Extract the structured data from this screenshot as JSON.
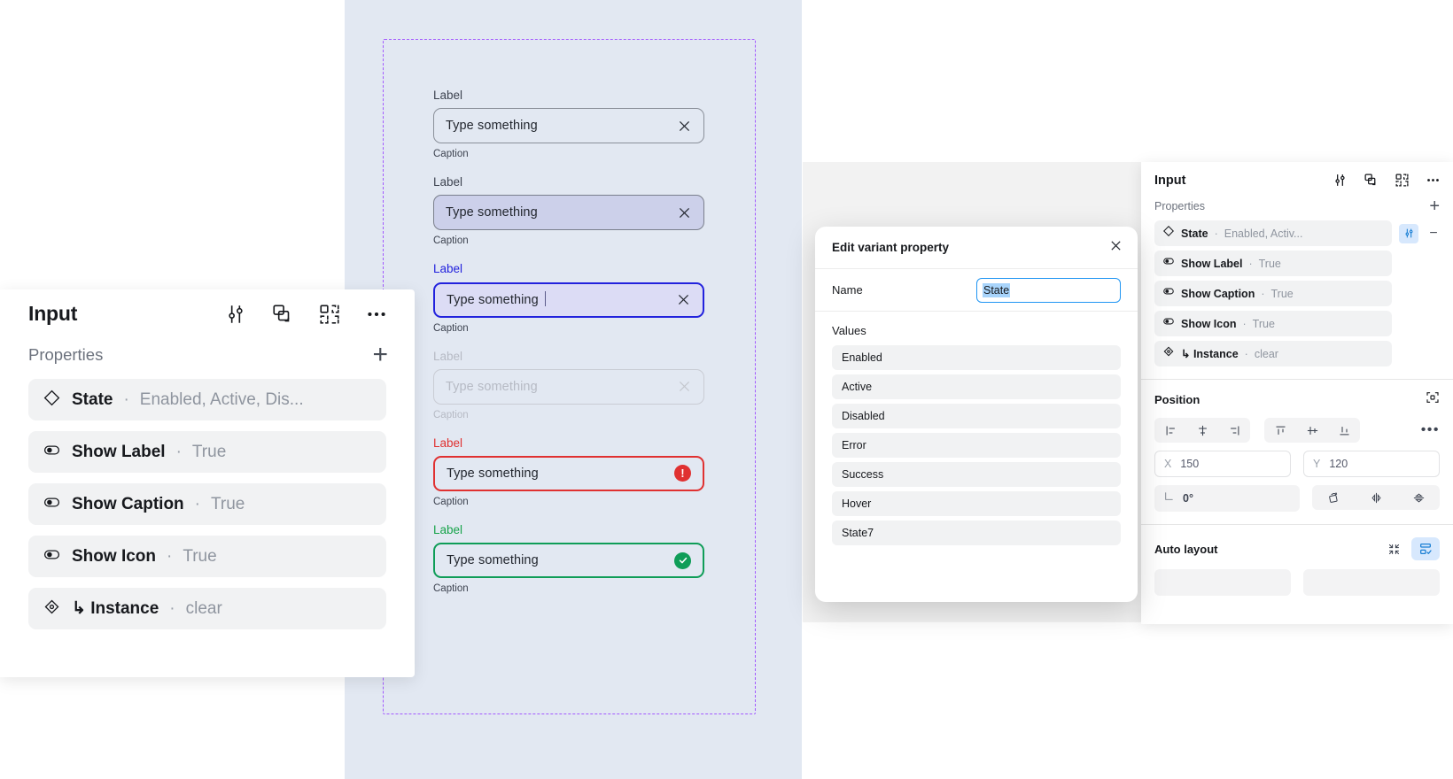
{
  "canvas": {
    "frame_border_color": "#a259ff",
    "background": "#e2e8f2",
    "fields": [
      {
        "state": "Enabled",
        "label": "Label",
        "value": "Type something",
        "caption": "Caption",
        "trailing_icon": "close-icon"
      },
      {
        "state": "Active",
        "label": "Label",
        "value": "Type something",
        "caption": "Caption",
        "trailing_icon": "close-icon"
      },
      {
        "state": "Focused",
        "label": "Label",
        "value": "Type something",
        "caption": "Caption",
        "trailing_icon": "close-icon"
      },
      {
        "state": "Disabled",
        "label": "Label",
        "value": "Type something",
        "caption": "Caption",
        "trailing_icon": "close-icon"
      },
      {
        "state": "Error",
        "label": "Label",
        "value": "Type something",
        "caption": "Caption",
        "trailing_icon": "error-badge-icon"
      },
      {
        "state": "Success",
        "label": "Label",
        "value": "Type something",
        "caption": "Caption",
        "trailing_icon": "success-badge-icon"
      }
    ]
  },
  "left_panel": {
    "title": "Input",
    "header_icons": [
      "tune-sliders-icon",
      "swap-component-icon",
      "component-set-icon",
      "more-options-icon"
    ],
    "properties_label": "Properties",
    "add_label": "+",
    "rows": [
      {
        "icon": "variant-diamond-icon",
        "name": "State",
        "sep": "·",
        "value": "Enabled, Active, Dis..."
      },
      {
        "icon": "boolean-toggle-icon",
        "name": "Show Label",
        "sep": "·",
        "value": "True"
      },
      {
        "icon": "boolean-toggle-icon",
        "name": "Show Caption",
        "sep": "·",
        "value": "True"
      },
      {
        "icon": "boolean-toggle-icon",
        "name": "Show Icon",
        "sep": "·",
        "value": "True"
      },
      {
        "icon": "instance-swap-icon",
        "name": "↳ Instance",
        "sep": "·",
        "value": "clear"
      }
    ]
  },
  "right_panel": {
    "title": "Input",
    "header_icons": [
      "tune-sliders-icon",
      "swap-component-icon",
      "component-set-icon",
      "more-options-icon"
    ],
    "properties_label": "Properties",
    "add_label": "+",
    "remove_label": "−",
    "rows": [
      {
        "icon": "variant-diamond-icon",
        "name": "State",
        "sep": "·",
        "value": "Enabled, Activ...",
        "action_icon": "tune-sliders-icon",
        "action_active": true
      },
      {
        "icon": "boolean-toggle-icon",
        "name": "Show Label",
        "sep": "·",
        "value": "True"
      },
      {
        "icon": "boolean-toggle-icon",
        "name": "Show Caption",
        "sep": "·",
        "value": "True"
      },
      {
        "icon": "boolean-toggle-icon",
        "name": "Show Icon",
        "sep": "·",
        "value": "True"
      },
      {
        "icon": "instance-swap-icon",
        "name": "↳ Instance",
        "sep": "·",
        "value": "clear"
      }
    ],
    "position": {
      "title": "Position",
      "absolute_icon": "absolute-position-icon",
      "align_icons": [
        "align-left-icon",
        "align-horizontal-center-icon",
        "align-right-icon",
        "align-top-icon",
        "align-vertical-center-icon",
        "align-bottom-icon"
      ],
      "more_label": "•••",
      "x_key": "X",
      "x_value": "150",
      "y_key": "Y",
      "y_value": "120",
      "rotation_value": "0°",
      "rotation_icon": "angle-icon",
      "transform_icons": [
        "rotate-icon",
        "flip-horizontal-icon",
        "flip-vertical-icon"
      ]
    },
    "auto_layout": {
      "title": "Auto layout",
      "collapse_icon": "collapse-icon",
      "toggle_icon": "auto-layout-icon"
    }
  },
  "modal": {
    "title": "Edit variant property",
    "close_icon": "close-icon",
    "name_label": "Name",
    "name_value": "State",
    "values_label": "Values",
    "values": [
      "Enabled",
      "Active",
      "Disabled",
      "Error",
      "Success",
      "Hover",
      "State7"
    ]
  }
}
